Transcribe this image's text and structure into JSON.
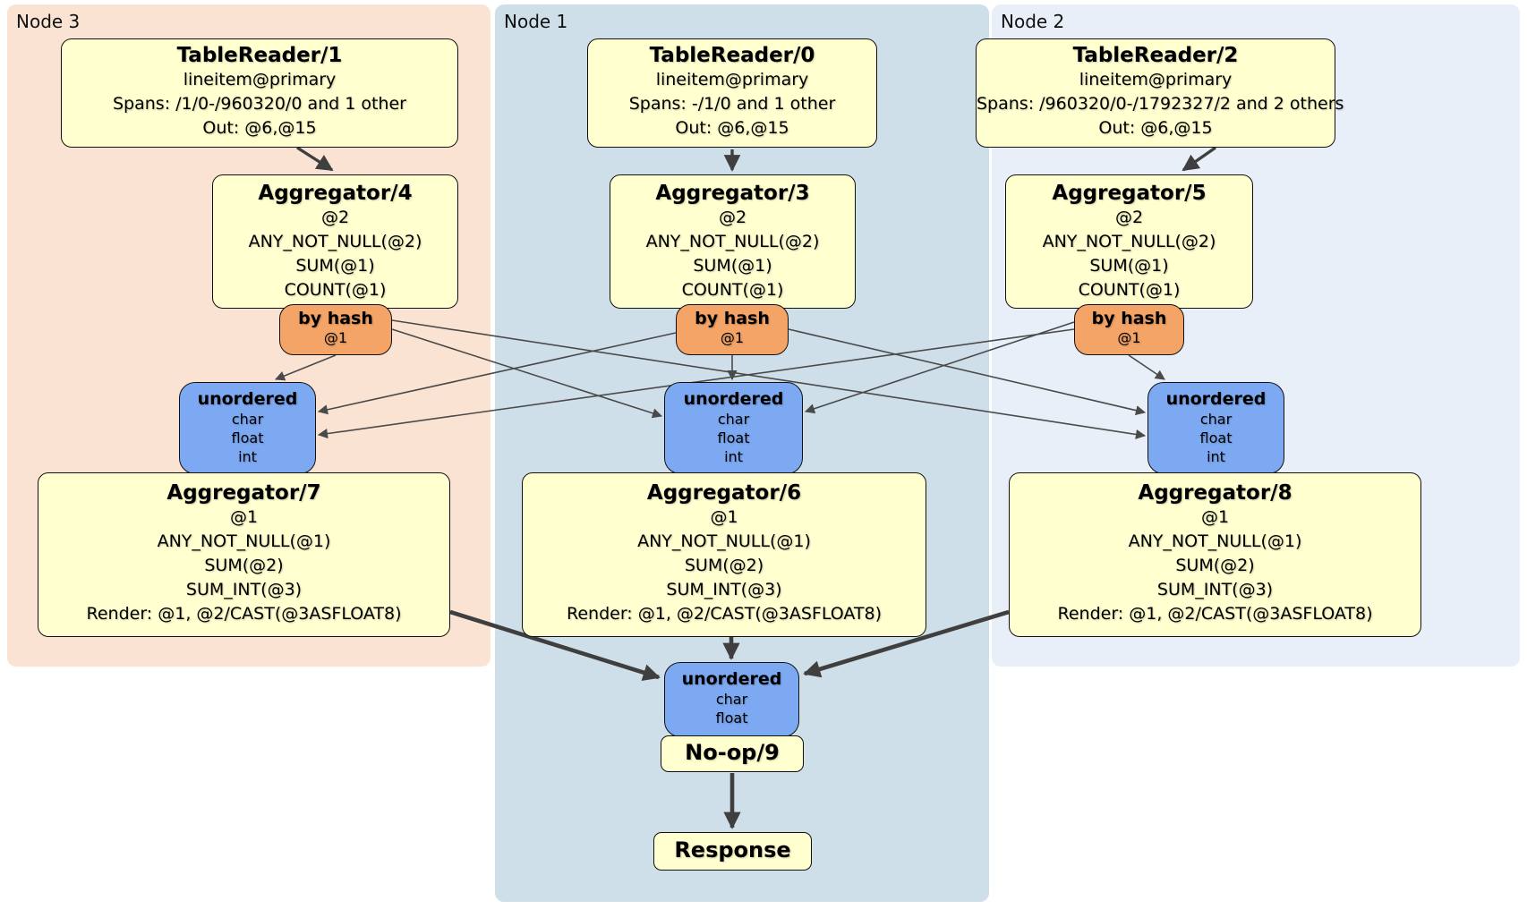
{
  "regions": [
    {
      "label": "Node 3"
    },
    {
      "label": "Node 1"
    },
    {
      "label": "Node 2"
    }
  ],
  "processors": {
    "tr1": {
      "title": "TableReader/1",
      "lines": [
        "lineitem@primary",
        "Spans: /1/0-/960320/0 and 1 other",
        "Out: @6,@15"
      ]
    },
    "agg4": {
      "title": "Aggregator/4",
      "lines": [
        "@2",
        "ANY_NOT_NULL(@2)",
        "SUM(@1)",
        "COUNT(@1)"
      ]
    },
    "agg7": {
      "title": "Aggregator/7",
      "lines": [
        "@1",
        "ANY_NOT_NULL(@1)",
        "SUM(@2)",
        "SUM_INT(@3)",
        "Render: @1, @2/CAST(@3ASFLOAT8)"
      ]
    },
    "tr0": {
      "title": "TableReader/0",
      "lines": [
        "lineitem@primary",
        "Spans: -/1/0 and 1 other",
        "Out: @6,@15"
      ]
    },
    "agg3": {
      "title": "Aggregator/3",
      "lines": [
        "@2",
        "ANY_NOT_NULL(@2)",
        "SUM(@1)",
        "COUNT(@1)"
      ]
    },
    "agg6": {
      "title": "Aggregator/6",
      "lines": [
        "@1",
        "ANY_NOT_NULL(@1)",
        "SUM(@2)",
        "SUM_INT(@3)",
        "Render: @1, @2/CAST(@3ASFLOAT8)"
      ]
    },
    "tr2": {
      "title": "TableReader/2",
      "lines": [
        "lineitem@primary",
        "Spans: /960320/0-/1792327/2 and 2 others",
        "Out: @6,@15"
      ]
    },
    "agg5": {
      "title": "Aggregator/5",
      "lines": [
        "@2",
        "ANY_NOT_NULL(@2)",
        "SUM(@1)",
        "COUNT(@1)"
      ]
    },
    "agg8": {
      "title": "Aggregator/8",
      "lines": [
        "@1",
        "ANY_NOT_NULL(@1)",
        "SUM(@2)",
        "SUM_INT(@3)",
        "Render: @1, @2/CAST(@3ASFLOAT8)"
      ]
    },
    "noop": {
      "title": "No-op/9"
    },
    "response": {
      "title": "Response"
    }
  },
  "routers": {
    "hash3": {
      "title": "by hash",
      "lines": [
        "@1"
      ]
    },
    "hash1": {
      "title": "by hash",
      "lines": [
        "@1"
      ]
    },
    "hash2": {
      "title": "by hash",
      "lines": [
        "@1"
      ]
    }
  },
  "syncs": {
    "sync3": {
      "title": "unordered",
      "lines": [
        "char",
        "float",
        "int"
      ]
    },
    "sync1": {
      "title": "unordered",
      "lines": [
        "char",
        "float",
        "int"
      ]
    },
    "sync2": {
      "title": "unordered",
      "lines": [
        "char",
        "float",
        "int"
      ]
    },
    "syncFinal": {
      "title": "unordered",
      "lines": [
        "char",
        "float"
      ]
    }
  },
  "colors": {
    "node3_bg": "#fbe3d4",
    "node1_bg": "#cfdfe9",
    "node2_bg": "#e9eff8",
    "processor_fill": "#ffffd0",
    "router_fill": "#f4a467",
    "sync_fill": "#7da9f2",
    "edge_thin": "#4a4a4a",
    "edge_thick": "#3f3f3f"
  }
}
